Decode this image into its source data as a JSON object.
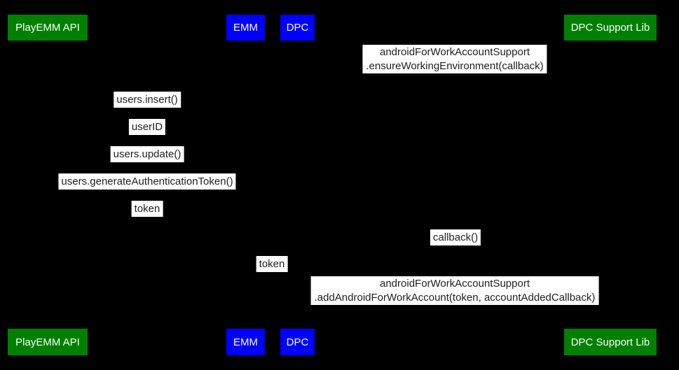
{
  "diagram_type": "sequence-diagram",
  "colors": {
    "background": "#000000",
    "participant_green": "#008000",
    "participant_blue": "#0000ff",
    "participant_text": "#ffffff",
    "message_background": "#ffffff",
    "message_text": "#1f1f1f"
  },
  "participants": [
    {
      "label": "PlayEMM API",
      "color": "#008000"
    },
    {
      "label": "EMM",
      "color": "#0000ff"
    },
    {
      "label": "DPC",
      "color": "#0000ff"
    },
    {
      "label": "DPC Support Lib",
      "color": "#008000"
    }
  ],
  "messages": [
    {
      "lines": [
        "androidForWorkAccountSupport",
        ".ensureWorkingEnvironment(callback)"
      ]
    },
    {
      "lines": [
        "users.insert()"
      ]
    },
    {
      "lines": [
        "userID"
      ]
    },
    {
      "lines": [
        "users.update()"
      ]
    },
    {
      "lines": [
        "users.generateAuthenticationToken()"
      ]
    },
    {
      "lines": [
        "token"
      ]
    },
    {
      "lines": [
        "callback()"
      ]
    },
    {
      "lines": [
        "token"
      ]
    },
    {
      "lines": [
        "androidForWorkAccountSupport",
        ".addAndroidForWorkAccount(token, accountAddedCallback)"
      ]
    }
  ]
}
